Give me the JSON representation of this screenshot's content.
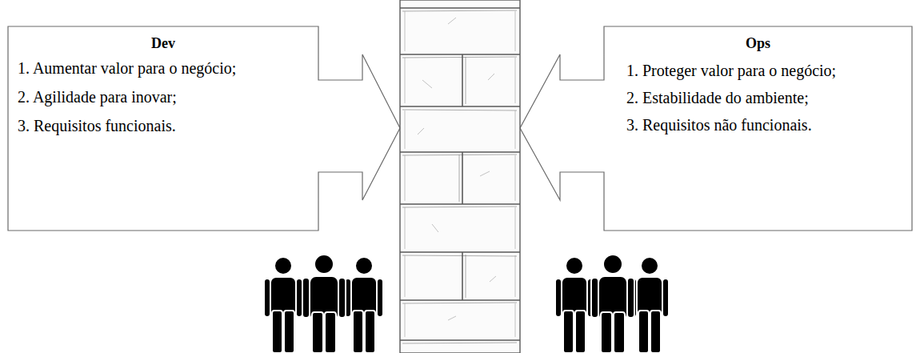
{
  "diagram": {
    "nodes": [
      {
        "text": [
          "Dev",
          "1. Aumentar valor para o negócio;",
          "2. Agilidade para inovar;",
          "3. Requisitos funcionais."
        ]
      },
      {
        "text": [
          "Ops",
          "1. Proteger valor para o negócio;",
          "2. Estabilidade do ambiente;",
          "3. Requisitos não funcionais."
        ]
      }
    ]
  }
}
